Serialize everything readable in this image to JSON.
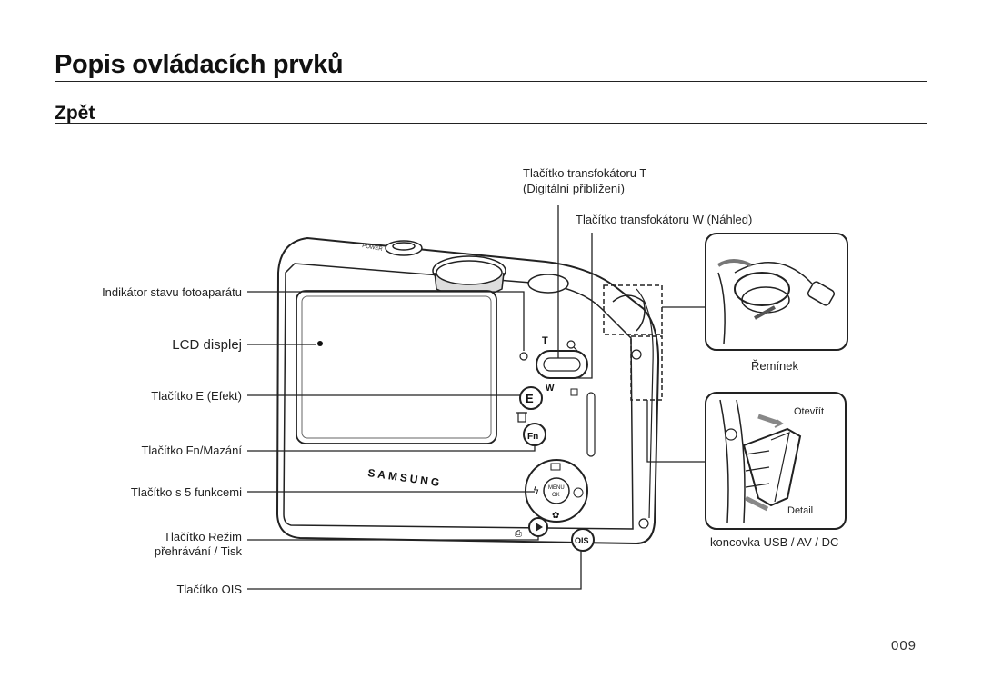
{
  "page": {
    "title": "Popis ovládacích prvků",
    "subtitle": "Zpět",
    "page_number": "009"
  },
  "labels": {
    "zoom_t_line1": "Tlačítko transfokátoru T",
    "zoom_t_line2": "(Digitální přiblížení)",
    "zoom_w": "Tlačítko transfokátoru W (Náhled)",
    "status_indicator": "Indikátor stavu fotoaparátu",
    "lcd": "LCD displej",
    "e_button": "Tlačítko E (Efekt)",
    "fn_button": "Tlačítko Fn/Mazání",
    "five_function": "Tlačítko s 5 funkcemi",
    "play_line1": "Tlačítko Režim",
    "play_line2": "přehrávání / Tisk",
    "ois_button": "Tlačítko OIS",
    "strap": "Řemínek",
    "open": "Otevřít",
    "detail": "Detail",
    "terminal": "koncovka USB / AV / DC"
  },
  "camera": {
    "brand": "SAMSUNG",
    "power_label": "POWER",
    "t_mark": "T",
    "w_mark": "W",
    "e_mark": "E",
    "fn_mark": "Fn",
    "menu_mark": "MENU",
    "ok_mark": "OK",
    "ois_mark": "OIS"
  }
}
